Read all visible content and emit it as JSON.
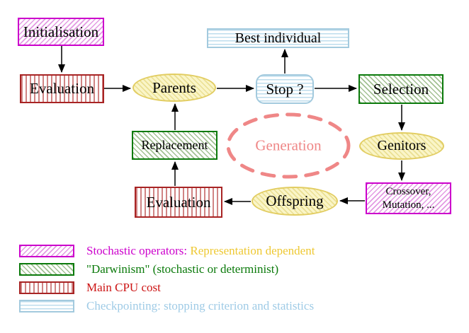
{
  "nodes": {
    "initialisation": "Initialisation",
    "evaluation_top": "Evaluation",
    "parents": "Parents",
    "best_individual": "Best individual",
    "stop": "Stop ?",
    "selection": "Selection",
    "genitors": "Genitors",
    "replacement": "Replacement",
    "evaluation_bottom": "Evaluation",
    "offspring": "Offspring",
    "crossover_line1": "Crossover,",
    "crossover_line2": "Mutation, ...",
    "generation": "Generation"
  },
  "legend": {
    "stochastic_label": "Stochastic operators:",
    "stochastic_extra": "Representation dependent",
    "darwinism_label": "\"Darwinism\" (stochastic or determinist)",
    "cpu_label": "Main CPU cost",
    "checkpoint_label": "Checkpointing: stopping criterion and statistics"
  },
  "colors": {
    "magenta": "#cc00cc",
    "magenta_hatch": "#e39ae3",
    "red_border": "#a82424",
    "red_stripe": "#d08484",
    "red_text": "#cc1414",
    "green": "#0b7a0b",
    "green_hatch": "#a3c193",
    "blue_border": "#a3cade",
    "blue_stripe": "#bddcec",
    "blue_text": "#9fcbe6",
    "yellow_border": "#e2cd62",
    "yellow_fill": "#faf5c8",
    "gold_text": "#eec832",
    "salmon": "#ef8787",
    "arrow": "#000000"
  }
}
